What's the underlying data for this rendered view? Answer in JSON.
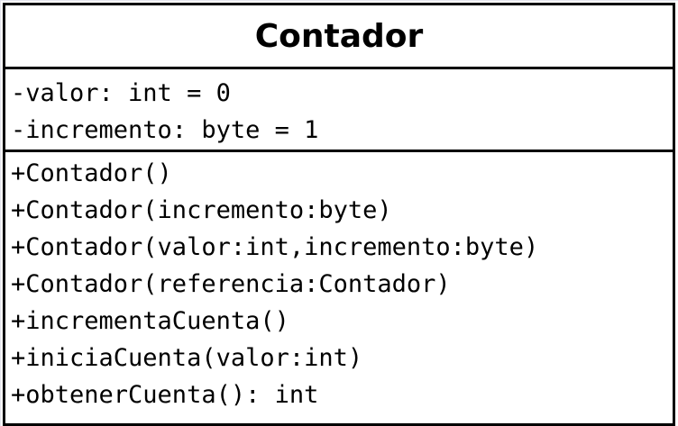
{
  "class": {
    "name": "Contador",
    "attributes": [
      "-valor: int = 0",
      "-incremento: byte = 1"
    ],
    "methods": [
      "+Contador()",
      "+Contador(incremento:byte)",
      "+Contador(valor:int,incremento:byte)",
      "+Contador(referencia:Contador)",
      "+incrementaCuenta()",
      "+iniciaCuenta(valor:int)",
      "+obtenerCuenta(): int"
    ]
  }
}
